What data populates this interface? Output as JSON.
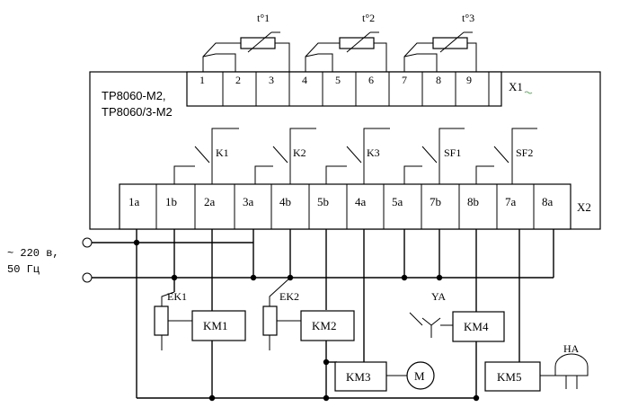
{
  "device": {
    "model_line1": "TP8060-M2,",
    "model_line2": "TP8060/3-M2"
  },
  "connector_x1": {
    "name": "X1",
    "terminals": [
      "1",
      "2",
      "3",
      "4",
      "5",
      "6",
      "7",
      "8",
      "9"
    ]
  },
  "connector_x2": {
    "name": "X2",
    "terminals": [
      "1a",
      "1b",
      "2a",
      "3a",
      "4b",
      "5b",
      "4a",
      "5a",
      "7b",
      "8b",
      "7a",
      "8a"
    ]
  },
  "sensors": [
    "t°1",
    "t°2",
    "t°3"
  ],
  "relay_contacts": [
    "K1",
    "K2",
    "K3",
    "SF1",
    "SF2"
  ],
  "supply": {
    "line1": "~ 220  в,",
    "line2": "50 Гц"
  },
  "heaters": [
    "EK1",
    "EK2"
  ],
  "contactors": [
    "KM1",
    "KM2",
    "KM3",
    "KM4",
    "KM5"
  ],
  "motor": "M",
  "valve": "YA",
  "alarm": "HA"
}
